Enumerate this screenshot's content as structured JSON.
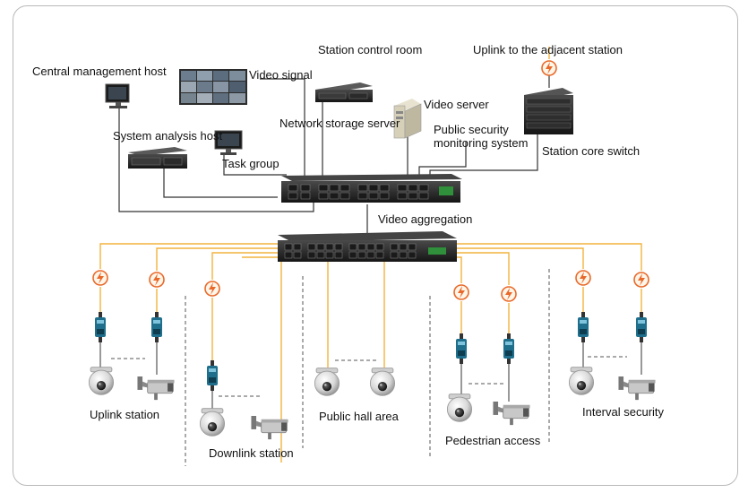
{
  "labels": {
    "station_control_room": "Station control room",
    "uplink_adjacent": "Uplink to the adjacent station",
    "central_mgmt": "Central management host",
    "video_signal": "Video signal",
    "video_server": "Video server",
    "network_storage": "Network storage server",
    "public_security_1": "Public security",
    "public_security_2": "monitoring system",
    "system_analysis": "System analysis host",
    "task_group": "Task group",
    "core_switch": "Station core switch",
    "video_aggregation": "Video aggregation",
    "uplink_station": "Uplink station",
    "downlink_station": "Downlink station",
    "public_hall": "Public hall area",
    "pedestrian_access": "Pedestrian access",
    "interval_security": "Interval security"
  },
  "colors": {
    "fiber": "#f2b33d",
    "ethernet": "#333333",
    "converter": "#1f6f8c",
    "lightning": "#e8692a"
  },
  "icons": {
    "monitor": "desktop-monitor-icon",
    "video_wall": "video-wall-icon",
    "server_rack": "rack-server-icon",
    "tower_server": "tower-server-icon",
    "switch": "network-switch-icon",
    "dome_camera": "dome-camera-icon",
    "bullet_camera": "bullet-camera-icon",
    "media_converter": "media-converter-icon",
    "lightning_arrester": "lightning-arrester-icon"
  }
}
